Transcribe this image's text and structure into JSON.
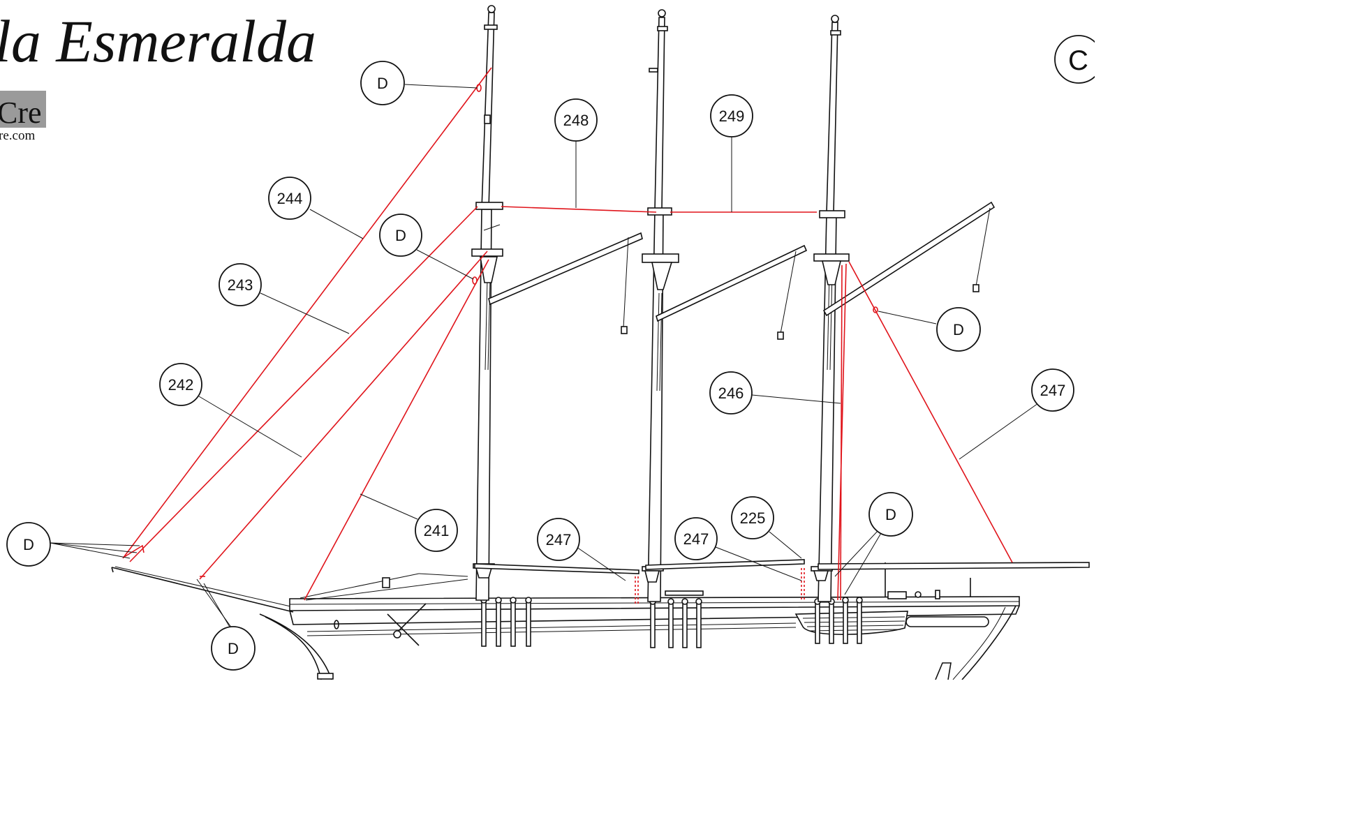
{
  "title": "la Esmeralda",
  "logo": {
    "main": "Cre",
    "sub": "re.com"
  },
  "sheet_label": "C",
  "callouts": [
    {
      "id": "c-d-top",
      "label": "D"
    },
    {
      "id": "c-248",
      "label": "248"
    },
    {
      "id": "c-249",
      "label": "249"
    },
    {
      "id": "c-244",
      "label": "244"
    },
    {
      "id": "c-d-mid",
      "label": "D"
    },
    {
      "id": "c-243",
      "label": "243"
    },
    {
      "id": "c-d-right",
      "label": "D"
    },
    {
      "id": "c-242",
      "label": "242"
    },
    {
      "id": "c-246",
      "label": "246"
    },
    {
      "id": "c-247-right",
      "label": "247"
    },
    {
      "id": "c-241",
      "label": "241"
    },
    {
      "id": "c-247-a",
      "label": "247"
    },
    {
      "id": "c-247-b",
      "label": "247"
    },
    {
      "id": "c-225",
      "label": "225"
    },
    {
      "id": "c-d-bottomright",
      "label": "D"
    },
    {
      "id": "c-d-left",
      "label": "D"
    },
    {
      "id": "c-d-bottom",
      "label": "D"
    }
  ],
  "colors": {
    "rigging": "#e0141b",
    "line": "#111111",
    "logo_bg": "#9a9a9a"
  }
}
